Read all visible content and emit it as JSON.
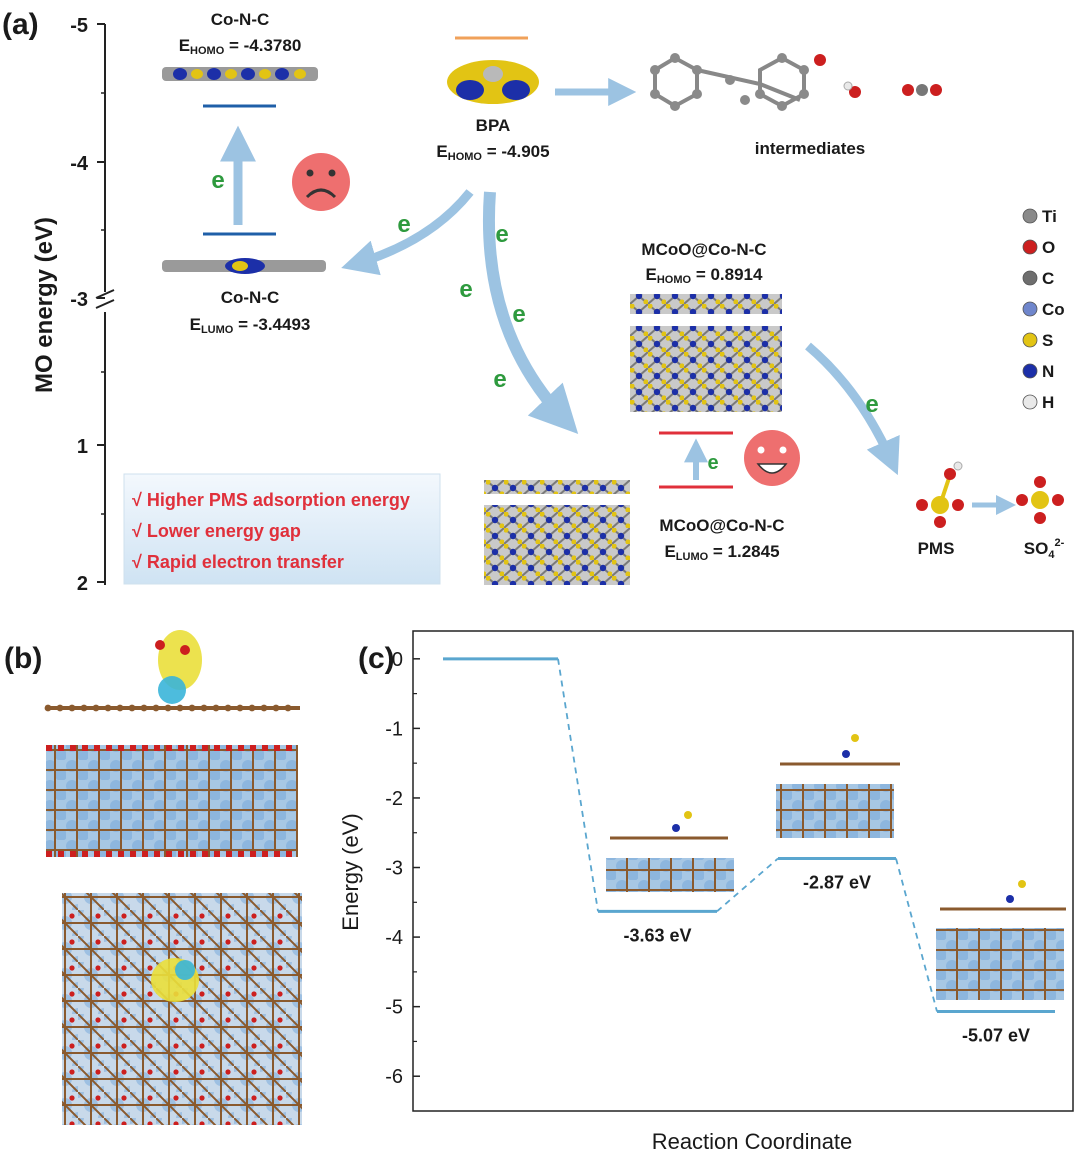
{
  "panel_a": {
    "label": "(a)",
    "y_axis_title": "MO energy (eV)",
    "y_ticks": [
      "-5",
      "-4",
      "-3",
      "1",
      "2"
    ],
    "conc_homo": {
      "name": "Co-N-C",
      "e_main": "E",
      "e_sub": "HOMO",
      "value": " = -4.3780"
    },
    "conc_lumo": {
      "name": "Co-N-C",
      "e_main": "E",
      "e_sub": "LUMO",
      "value": " = -3.4493"
    },
    "bpa": {
      "name": "BPA",
      "e_main": "E",
      "e_sub": "HOMO",
      "value": " = -4.905"
    },
    "intermediates": "intermediates",
    "mcoo_homo": {
      "name": "MCoO@Co-N-C",
      "e_main": "E",
      "e_sub": "HOMO",
      "value": " = 0.8914"
    },
    "mcoo_lumo": {
      "name": "MCoO@Co-N-C",
      "e_main": "E",
      "e_sub": "LUMO",
      "value": " = 1.2845"
    },
    "electron": "e",
    "advantages": [
      "√ Higher PMS adsorption energy",
      "√ Lower energy gap",
      "√ Rapid electron transfer"
    ],
    "pms": "PMS",
    "so4_main": "SO",
    "so4_sub": "4",
    "so4_sup": "2-",
    "legend": [
      {
        "label": "Ti",
        "color": "#8a8a8a"
      },
      {
        "label": "O",
        "color": "#cc1f1f"
      },
      {
        "label": "C",
        "color": "#6e6e6e"
      },
      {
        "label": "Co",
        "color": "#6f86cc"
      },
      {
        "label": "S",
        "color": "#e2c414"
      },
      {
        "label": "N",
        "color": "#1c2fa8"
      },
      {
        "label": "H",
        "color": "#e9e9e9"
      }
    ],
    "colors": {
      "accent_blue": "#9cc3e2",
      "homo_line": "#1f5fa8",
      "lumo_line": "#e0303b",
      "bpa_line": "#f0a15a"
    }
  },
  "panel_b": {
    "label": "(b)"
  },
  "panel_c": {
    "label": "(c)",
    "chart_data": {
      "type": "line",
      "style": "energy-level step diagram",
      "xlabel": "Reaction Coordinate",
      "ylabel": "Energy (eV)",
      "ylim": [
        -6.5,
        0.4
      ],
      "yticks": [
        0,
        -1,
        -2,
        -3,
        -4,
        -5,
        -6
      ],
      "levels": [
        {
          "value": 0,
          "label": ""
        },
        {
          "value": -3.63,
          "label": "-3.63 eV"
        },
        {
          "value": -2.87,
          "label": "-2.87 eV"
        },
        {
          "value": -5.07,
          "label": "-5.07 eV"
        }
      ],
      "line_color": "#5aa6cf"
    }
  }
}
